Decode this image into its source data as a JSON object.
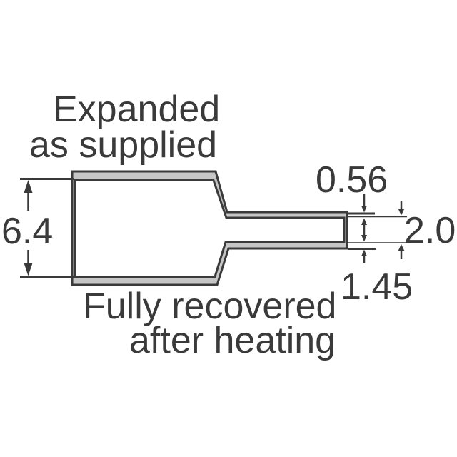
{
  "diagram": {
    "top_label": {
      "line1": "Expanded",
      "line2": "as supplied"
    },
    "bottom_label": {
      "line1": "Fully recovered",
      "line2": "after heating"
    },
    "dims": {
      "expanded_inner_diameter": "6.4",
      "recovered_top_wall": "0.56",
      "recovered_inner_diameter": "2.0",
      "recovered_bottom_wall": "1.45"
    },
    "colors": {
      "line": "#3a3a3a",
      "wall_fill": "#c6c6c6",
      "background": "#ffffff",
      "text": "#3a3a3a"
    }
  }
}
